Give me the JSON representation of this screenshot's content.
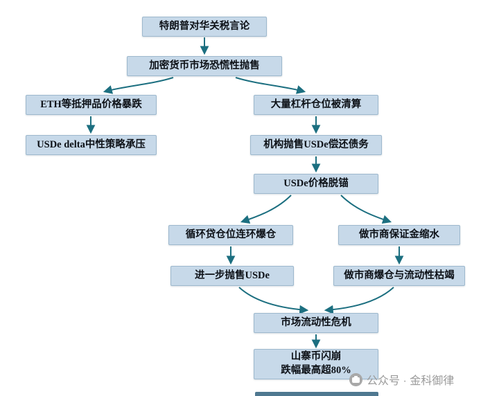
{
  "colors": {
    "box_fill": "#c7d9e9",
    "box_border": "#9db8cd",
    "arrow": "#1c6f80",
    "text": "#0d1117",
    "watermark": "#9a9a9a"
  },
  "nodes": {
    "trump": {
      "label": "特朗普对华关税言论"
    },
    "panic": {
      "label": "加密货币市场恐慌性抛售"
    },
    "eth_crash": {
      "label": "ETH等抵押品价格暴跌"
    },
    "usde_delta": {
      "label": "USDe delta中性策略承压"
    },
    "leverage_liquidation": {
      "label": "大量杠杆仓位被清算"
    },
    "institutions_sell": {
      "label": "机构抛售USDe偿还债务"
    },
    "usde_depeg": {
      "label": "USDe价格脱锚"
    },
    "loop_loan": {
      "label": "循环贷仓位连环爆仓"
    },
    "mm_margin": {
      "label": "做市商保证金缩水"
    },
    "further_sell": {
      "label": "进一步抛售USDe"
    },
    "mm_blowup": {
      "label": "做市商爆仓与流动性枯竭"
    },
    "liquidity_crisis": {
      "label": "市场流动性危机"
    },
    "altcoin_crash": {
      "label": "山寨币闪崩\n跌幅最高超80%"
    }
  },
  "edges": [
    {
      "from": "trump",
      "to": "panic"
    },
    {
      "from": "panic",
      "to": "eth_crash"
    },
    {
      "from": "panic",
      "to": "leverage_liquidation"
    },
    {
      "from": "eth_crash",
      "to": "usde_delta"
    },
    {
      "from": "leverage_liquidation",
      "to": "institutions_sell"
    },
    {
      "from": "institutions_sell",
      "to": "usde_depeg"
    },
    {
      "from": "usde_depeg",
      "to": "loop_loan"
    },
    {
      "from": "usde_depeg",
      "to": "mm_margin"
    },
    {
      "from": "loop_loan",
      "to": "further_sell"
    },
    {
      "from": "mm_margin",
      "to": "mm_blowup"
    },
    {
      "from": "further_sell",
      "to": "liquidity_crisis"
    },
    {
      "from": "mm_blowup",
      "to": "liquidity_crisis"
    },
    {
      "from": "liquidity_crisis",
      "to": "altcoin_crash"
    }
  ],
  "watermark": {
    "text": "公众号 · 金科御律"
  }
}
